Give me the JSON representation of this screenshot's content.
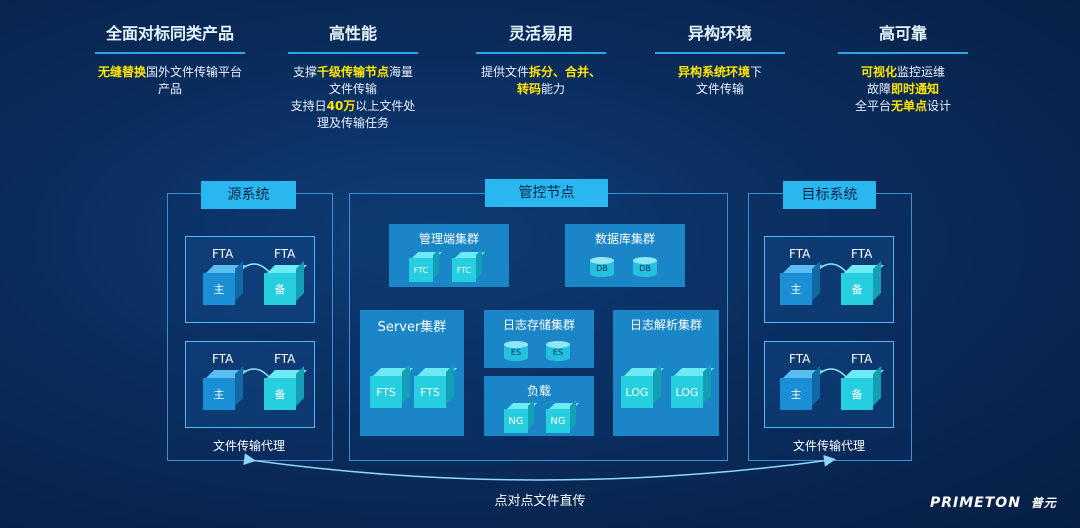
{
  "features": [
    {
      "title": "全面对标同类产品",
      "lines": [
        [
          {
            "t": "无缝替换",
            "h": true
          },
          {
            "t": "国外文件传输平台",
            "h": false
          }
        ],
        [
          {
            "t": "产品",
            "h": false
          }
        ]
      ]
    },
    {
      "title": "高性能",
      "lines": [
        [
          {
            "t": "支撑",
            "h": false
          },
          {
            "t": "千级传输节点",
            "h": true
          },
          {
            "t": "海量",
            "h": false
          }
        ],
        [
          {
            "t": "文件传输",
            "h": false
          }
        ],
        [
          {
            "t": "支持日",
            "h": false
          },
          {
            "t": "40万",
            "h": true
          },
          {
            "t": "以上文件处",
            "h": false
          }
        ],
        [
          {
            "t": "理及传输任务",
            "h": false
          }
        ]
      ]
    },
    {
      "title": "灵活易用",
      "lines": [
        [
          {
            "t": "提供文件",
            "h": false
          },
          {
            "t": "拆分、合并、",
            "h": true
          }
        ],
        [
          {
            "t": "转码",
            "h": true
          },
          {
            "t": "能力",
            "h": false
          }
        ]
      ]
    },
    {
      "title": "异构环境",
      "lines": [
        [
          {
            "t": "异构系统环境",
            "h": true
          },
          {
            "t": "下",
            "h": false
          }
        ],
        [
          {
            "t": "文件传输",
            "h": false
          }
        ]
      ]
    },
    {
      "title": "高可靠",
      "lines": [
        [
          {
            "t": "可视化",
            "h": true
          },
          {
            "t": "监控运维",
            "h": false
          }
        ],
        [
          {
            "t": "故障",
            "h": false
          },
          {
            "t": "即时通知",
            "h": true
          }
        ],
        [
          {
            "t": "全平台",
            "h": false
          },
          {
            "t": "无单点",
            "h": true
          },
          {
            "t": "设计",
            "h": false
          }
        ]
      ]
    }
  ],
  "source": {
    "title": "源系统",
    "fta": "FTA",
    "main": "主",
    "backup": "备",
    "footer": "文件传输代理"
  },
  "target": {
    "title": "目标系统",
    "fta": "FTA",
    "main": "主",
    "backup": "备",
    "footer": "文件传输代理"
  },
  "control": {
    "title": "管控节点",
    "mgmt": {
      "title": "管理端集群",
      "node": "FTC"
    },
    "db": {
      "title": "数据库集群",
      "node": "DB"
    },
    "server": {
      "title": "Server集群",
      "node": "FTS"
    },
    "log_store": {
      "title": "日志存储集群",
      "node": "ES"
    },
    "lb": {
      "title": "负载",
      "node": "NG"
    },
    "log_parse": {
      "title": "日志解析集群",
      "node": "LOG"
    }
  },
  "p2p_label": "点对点文件直传",
  "brand": {
    "name": "PRIMETON",
    "cn": "普元"
  },
  "colors": {
    "highlight": "#ffe500",
    "accent": "#2ab7f0",
    "cube": "#25cfe0"
  }
}
